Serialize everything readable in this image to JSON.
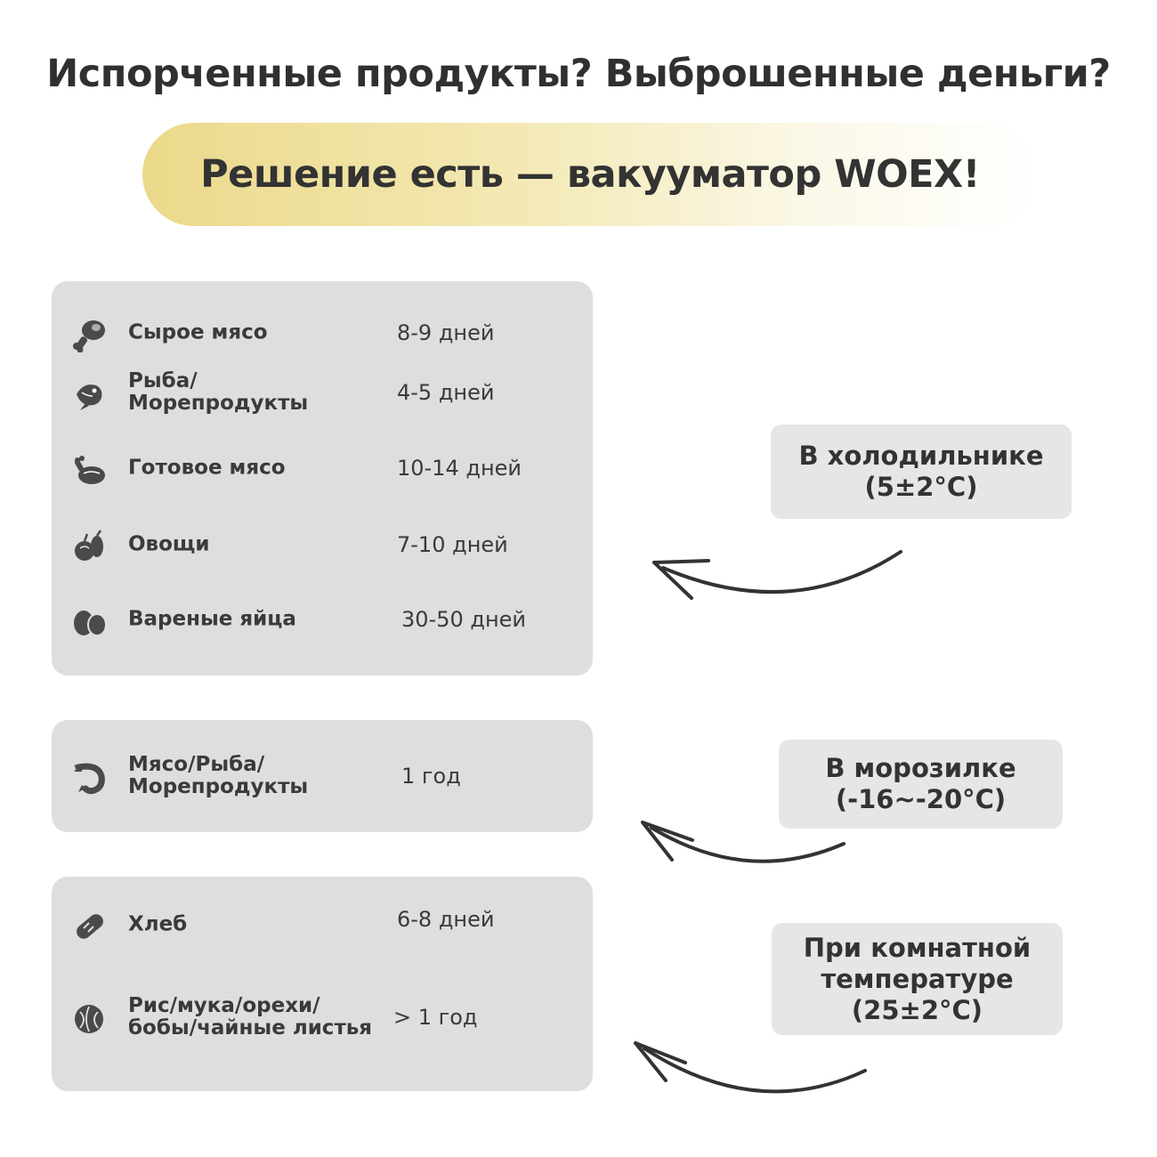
{
  "headline": "Испорченные продукты? Выброшенные деньги?",
  "banner": "Решение есть — вакууматор WOEX!",
  "fridge": {
    "label_line1": "В холодильнике",
    "label_line2": "(5±2°C)",
    "items": [
      {
        "icon": "meat-leg-icon",
        "name": "Сырое мясо",
        "duration": "8-9 дней"
      },
      {
        "icon": "fish-icon",
        "name": "Рыба/\nМорепродукты",
        "duration": "4-5 дней"
      },
      {
        "icon": "cooked-chicken-icon",
        "name": "Готовое мясо",
        "duration": "10-14 дней"
      },
      {
        "icon": "vegetables-icon",
        "name": "Овощи",
        "duration": "7-10 дней"
      },
      {
        "icon": "eggs-icon",
        "name": "Вареные яйца",
        "duration": "30-50 дней"
      }
    ]
  },
  "freezer": {
    "label_line1": "В морозилке",
    "label_line2": "(-16~-20°C)",
    "items": [
      {
        "icon": "shrimp-icon",
        "name": "Мясо/Рыба/\nМорепродукты",
        "duration": "1 год"
      }
    ]
  },
  "room": {
    "label_line1": "При комнатной",
    "label_line2": "температуре",
    "label_line3": "(25±2°C)",
    "items": [
      {
        "icon": "bread-icon",
        "name": "Хлеб",
        "duration": "6-8 дней"
      },
      {
        "icon": "walnut-icon",
        "name": "Рис/мука/орехи/\nбобы/чайные листья",
        "duration": "> 1 год"
      }
    ]
  },
  "colors": {
    "card": "#dedede",
    "label": "#e6e6e6",
    "text": "#333333",
    "banner_gold": "#ebd98a",
    "arrow": "#333333"
  }
}
